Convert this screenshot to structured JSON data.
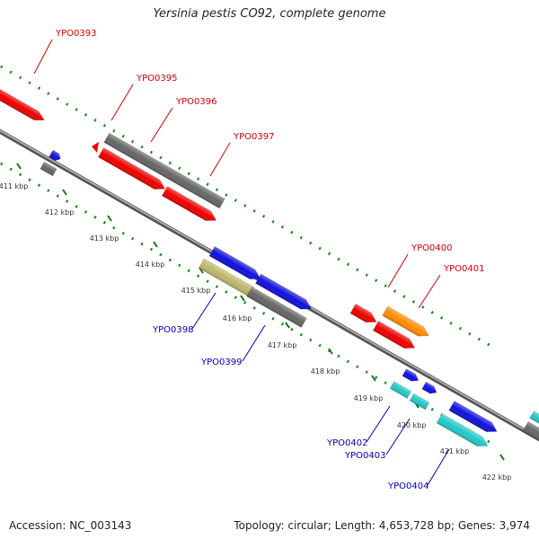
{
  "title": "Yersinia pestis CO92, complete genome",
  "footer": {
    "accession": "Accession: NC_003143",
    "summary": "Topology: circular; Length: 4,653,728 bp; Genes: 3,974"
  },
  "colors": {
    "red": "#ee0000",
    "gray": "#666666",
    "blue": "#1111dd",
    "khaki": "#bdb76b",
    "orange": "#ff8c00",
    "cyan": "#22c8c8",
    "dotted": "#118811",
    "label_red": "#cc0000",
    "label_blue": "#0000aa"
  },
  "ticks": [
    "411 kbp",
    "412 kbp",
    "413 kbp",
    "414 kbp",
    "415 kbp",
    "416 kbp",
    "417 kbp",
    "418 kbp",
    "419 kbp",
    "420 kbp",
    "421 kbp",
    "422 kbp"
  ],
  "labels": [
    {
      "text": "YPO0393",
      "color": "red"
    },
    {
      "text": "YPO0395",
      "color": "red"
    },
    {
      "text": "YPO0396",
      "color": "red"
    },
    {
      "text": "YPO0397",
      "color": "red"
    },
    {
      "text": "YPO0400",
      "color": "red"
    },
    {
      "text": "YPO0401",
      "color": "red"
    },
    {
      "text": "YPO0398",
      "color": "blue"
    },
    {
      "text": "YPO0399",
      "color": "blue"
    },
    {
      "text": "YPO0402",
      "color": "blue"
    },
    {
      "text": "YPO0403",
      "color": "blue"
    },
    {
      "text": "YPO0404",
      "color": "blue"
    }
  ]
}
